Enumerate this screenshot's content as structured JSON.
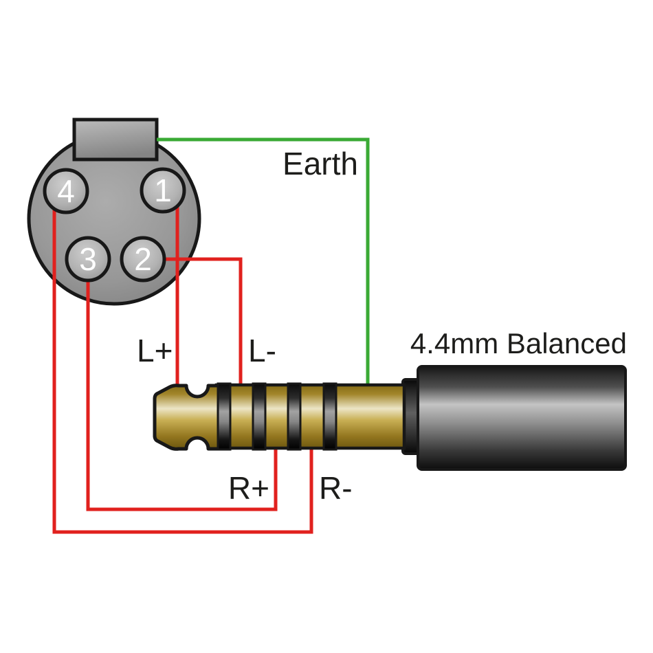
{
  "diagram_title": "4.4mm Balanced",
  "xlr": {
    "pins": [
      {
        "number": "1"
      },
      {
        "number": "2"
      },
      {
        "number": "3"
      },
      {
        "number": "4"
      }
    ]
  },
  "labels": {
    "earth": "Earth",
    "l_plus": "L+",
    "l_minus": "L-",
    "r_plus": "R+",
    "r_minus": "R-",
    "plug_title": "4.4mm Balanced"
  },
  "colors": {
    "signal_wire_red": "#e1211e",
    "earth_wire_green": "#3aaa35",
    "text": "#1d1d1b",
    "outline": "#181818",
    "plug_gold": "#b3923a",
    "plug_body_grey": "#3a3a3a"
  },
  "connections": [
    {
      "wire_label": "Earth",
      "from": "xlr-tab",
      "to": "plug-sleeve",
      "wire_color": "#3aaa35"
    },
    {
      "wire_label": "L+",
      "from": "pin-1",
      "to": "plug-tip",
      "wire_color": "#e1211e"
    },
    {
      "wire_label": "L-",
      "from": "pin-2",
      "to": "plug-ring-1",
      "wire_color": "#e1211e"
    },
    {
      "wire_label": "R+",
      "from": "pin-3",
      "to": "plug-ring-2",
      "wire_color": "#e1211e"
    },
    {
      "wire_label": "R-",
      "from": "pin-4",
      "to": "plug-ring-3",
      "wire_color": "#e1211e"
    }
  ]
}
